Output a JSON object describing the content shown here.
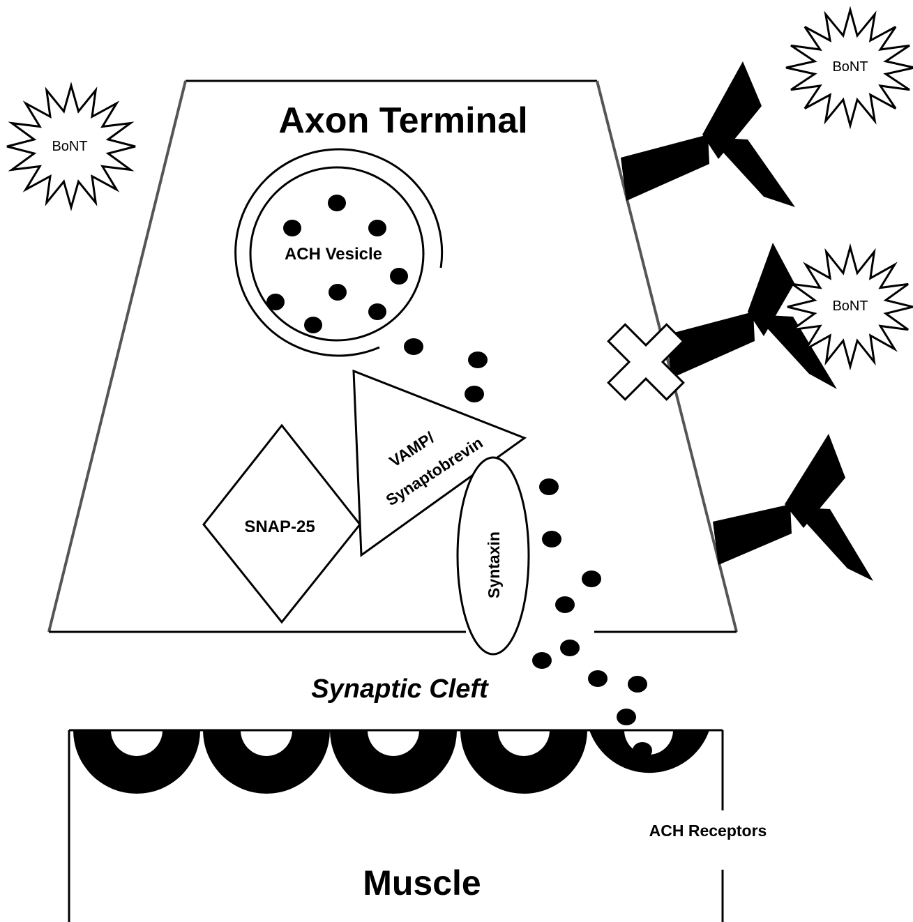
{
  "labels": {
    "axon_terminal": "Axon Terminal",
    "ach_vesicle": "ACH Vesicle",
    "vamp_line1": "VAMP/",
    "vamp_line2": "Synaptobrevin",
    "snap25": "SNAP-25",
    "syntaxin": "Syntaxin",
    "synaptic_cleft": "Synaptic Cleft",
    "ach_receptors": "ACH Receptors",
    "muscle": "Muscle"
  },
  "toxins": [
    {
      "label": "BoNT"
    },
    {
      "label": "BoNT"
    },
    {
      "label": "BoNT"
    }
  ],
  "colors": {
    "ink": "#000000",
    "background": "#ffffff",
    "membrane_gray": "#555555"
  }
}
